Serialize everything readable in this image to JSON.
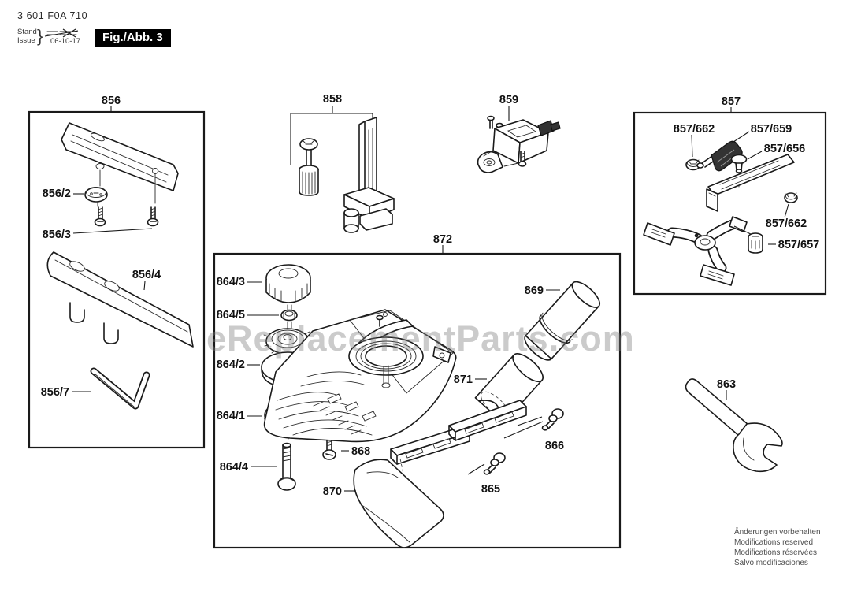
{
  "header": {
    "part_number": "3 601 F0A 710",
    "stand_label": "Stand",
    "issue_label": "Issue",
    "brace": "}",
    "issue_date": "06-10-17",
    "figure_label": "Fig./Abb. 3"
  },
  "watermark": "eReplacementParts.com",
  "labels": {
    "b856": "856",
    "p856_2": "856/2",
    "p856_3": "856/3",
    "p856_4": "856/4",
    "p856_7": "856/7",
    "p858": "858",
    "p859": "859",
    "b857": "857",
    "p857_662a": "857/662",
    "p857_659": "857/659",
    "p857_656": "857/656",
    "p857_662b": "857/662",
    "p857_657": "857/657",
    "b872": "872",
    "p864_3": "864/3",
    "p864_5": "864/5",
    "p864_2": "864/2",
    "p864_1": "864/1",
    "p864_4": "864/4",
    "p868": "868",
    "p870": "870",
    "p869": "869",
    "p871": "871",
    "p866": "866",
    "p865": "865",
    "p863": "863"
  },
  "footer_lines": [
    "Änderungen vorbehalten",
    "Modifications reserved",
    "Modifications réservées",
    "Salvo modificaciones"
  ],
  "colors": {
    "line": "#1a1a1a",
    "badge_bg": "#000000",
    "badge_fg": "#ffffff",
    "watermark_gray": "#7d7d7d",
    "footer_gray": "#4c4c4c"
  }
}
